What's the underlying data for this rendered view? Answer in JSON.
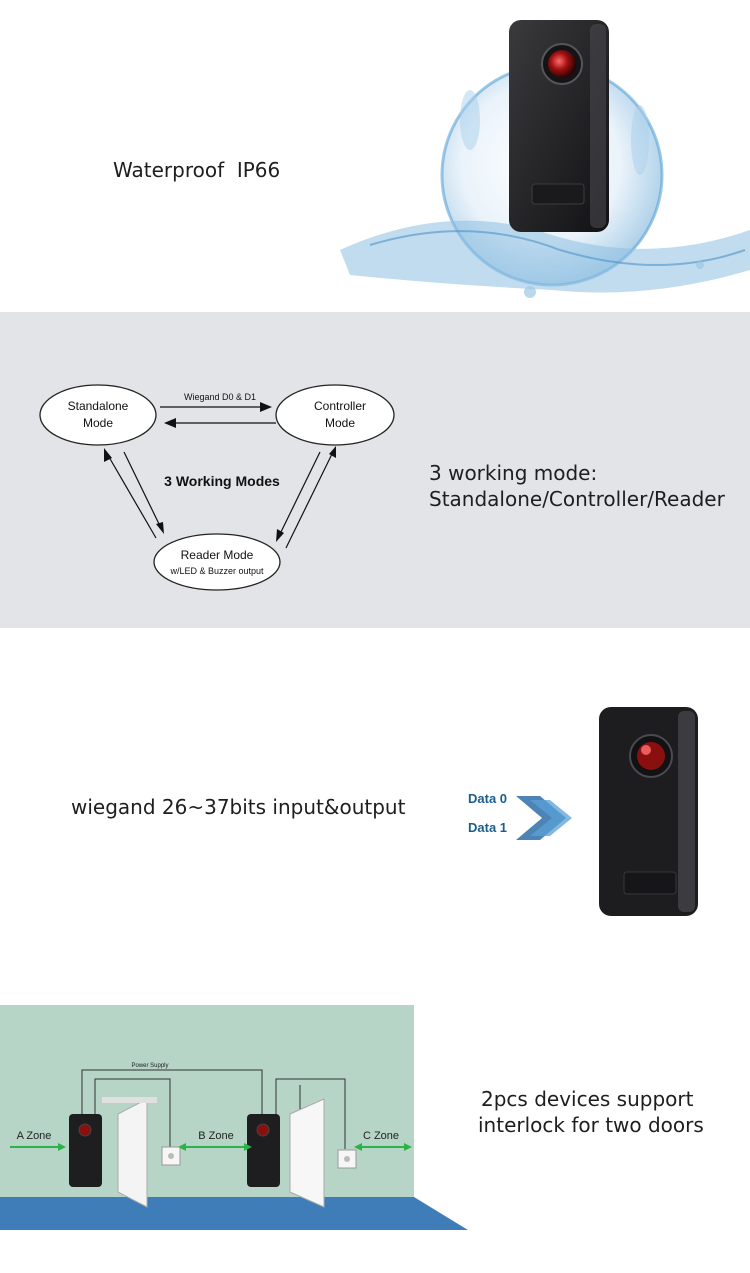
{
  "section1": {
    "caption": "Waterproof  IP66"
  },
  "section2": {
    "caption_line1": "3 working mode:",
    "caption_line2": "Standalone/Controller/Reader",
    "diagram": {
      "standalone_line1": "Standalone",
      "standalone_line2": "Mode",
      "controller_line1": "Controller",
      "controller_line2": "Mode",
      "reader_line1": "Reader Mode",
      "reader_line2": "w/LED & Buzzer output",
      "wiegand_label": "Wiegand D0 & D1",
      "center_label": "3 Working Modes"
    }
  },
  "section3": {
    "caption": "wiegand 26~37bits input&output",
    "data0": "Data 0",
    "data1": "Data 1"
  },
  "section4": {
    "caption_line1": "2pcs devices support",
    "caption_line2": "interlock for two doors",
    "power_supply": "Power Supply",
    "zone_a": "A Zone",
    "zone_b": "B Zone",
    "zone_c": "C Zone"
  },
  "colors": {
    "band_gray": "#e2e4e7",
    "wall_green": "#b6d5c6",
    "floor_blue": "#3f7db8",
    "zone_arrow_green": "#2bb34a",
    "data_blue": "#1b5e8e"
  }
}
